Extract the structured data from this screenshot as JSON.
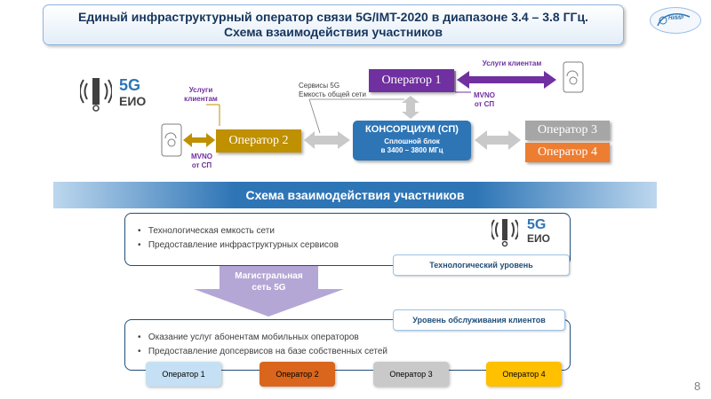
{
  "title": {
    "line1": "Единый инфраструктурный  оператор связи 5G/IMT-2020 в диапазоне 3.4 – 3.8 ГГц.",
    "line2": "Схема взаимодействия  участников"
  },
  "logo_text": "НИИР",
  "brand": {
    "badge": "5G",
    "sub": "ЕИО"
  },
  "top": {
    "services_clients_right": "Услуги  клиентам",
    "services_clients_left": "Услуги клиентам",
    "mvno_right": "MVNO\nот СП",
    "mvno_left": "MVNO\nот СП",
    "services_5g": "Сервисы 5G\nЕмкость общей сети",
    "operator1": "Оператор 1",
    "operator2": "Оператор 2",
    "operator3": "Оператор 3",
    "operator4": "Оператор 4",
    "consortium_title": "КОНСОРЦИУМ (СП)",
    "consortium_sub": "Сплошной блок\nв 3400 – 3800 МГц"
  },
  "band_title": "Схема взаимодействия  участников",
  "tech_panel": {
    "bullets": [
      "Технологическая емкость сети",
      "Предоставление инфраструктурных сервисов"
    ],
    "level": "Технологический уровень"
  },
  "backbone": "Магистральная\nсеть 5G",
  "client_panel": {
    "level": "Уровень обслуживания клиентов",
    "bullets": [
      "Оказание услуг абонентам мобильных операторов",
      "Предоставление допсервисов на базе собственных сетей"
    ]
  },
  "bottom_ops": [
    "Оператор 1",
    "Оператор 2",
    "Оператор 3",
    "Оператор 4"
  ],
  "page_number": "8",
  "colors": {
    "operator1": "#7030a0",
    "operator2": "#bf9000",
    "operator3": "#a6a6a6",
    "operator4": "#ed7d31",
    "consortium": "#2e75b6",
    "band": "#2e75b6",
    "backbone_arrow": "#b4a7d6",
    "op1_bottom": "#c5e0f4",
    "op2_bottom": "#d9661c",
    "op3_bottom": "#c9c9c9",
    "op4_bottom": "#ffc000"
  }
}
